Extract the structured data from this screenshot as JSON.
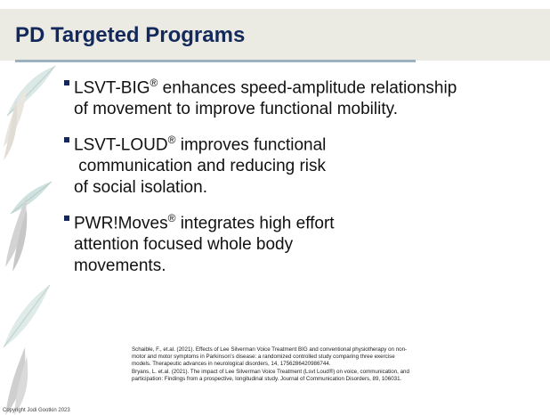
{
  "slide": {
    "title": "PD Targeted Programs",
    "bullets": [
      {
        "name": "LSVT-BIG",
        "sup": "®",
        "line1_rest": " enhances speed-amplitude relationship",
        "line2": "of movement to improve functional mobility."
      },
      {
        "name": "LSVT-LOUD",
        "sup": "®",
        "line1_rest": " improves functional",
        "line2": " communication and reducing risk",
        "line3": "of social isolation."
      },
      {
        "name": "PWR!Moves",
        "sup": "®",
        "line1_rest": " integrates high effort",
        "line2": "attention focused whole body",
        "line3": "movements."
      }
    ],
    "references": [
      "Schaible, F., et.al. (2021). Effects of Lee Silverman Voice Treatment BIG and conventional physiotherapy on non-",
      "motor and motor symptoms in Parkinson’s disease: a randomized controlled study comparing three exercise",
      "models. Therapeutic advances in neurological disorders, 14, 1756286420986744.",
      "Bryans, L. et.al. (2021). The impact of Lee Silverman Voice Treatment (Lsvt Loud®) on voice, communication, and",
      "participation: Findings from a prospective, longitudinal study. Journal of Communication Disorders, 89, 106031."
    ],
    "copyright": "Copyright Jodi Gootkin 2023"
  },
  "colors": {
    "title": "#13295b",
    "title_bar": "#ecebe3",
    "rule": "#9cb1bd",
    "bullet_marker": "#13295b"
  },
  "icons": [
    "feather-decoration-icon",
    "square-bullet-icon"
  ]
}
